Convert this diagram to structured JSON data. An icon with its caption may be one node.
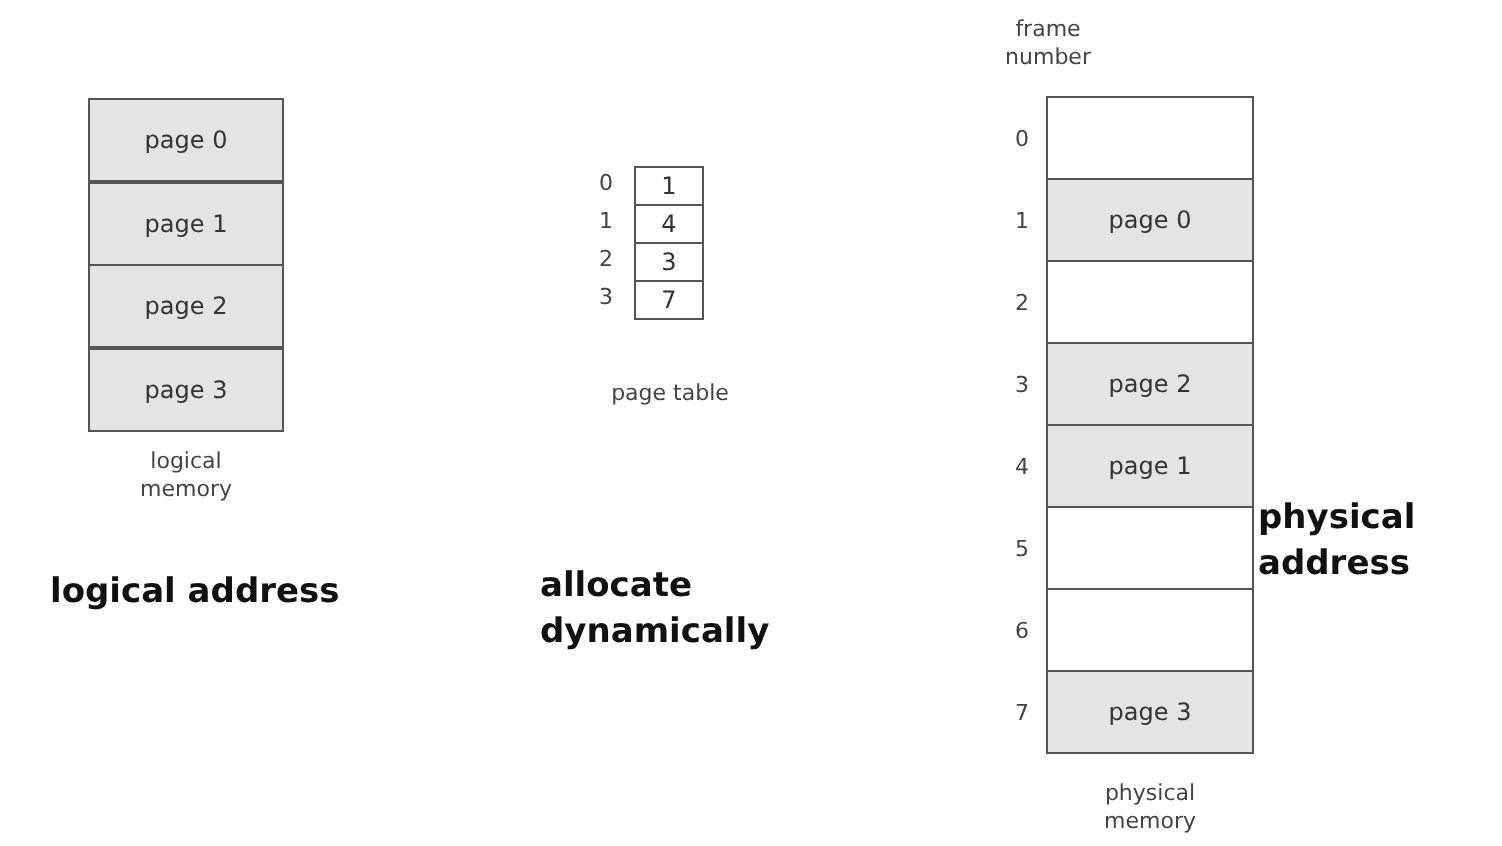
{
  "diagram": {
    "nodes": [
      {
        "text": [
          "page 0"
        ]
      },
      {
        "text": [
          "page 1"
        ]
      },
      {
        "text": [
          "page 2"
        ]
      },
      {
        "text": [
          "page 3"
        ]
      },
      {
        "text": [
          "1"
        ]
      },
      {
        "text": [
          "4"
        ]
      },
      {
        "text": [
          "3"
        ]
      },
      {
        "text": [
          "7"
        ]
      },
      {
        "text": [],
        "shape": "box"
      },
      {
        "text": [
          "page 0"
        ]
      },
      {
        "text": [],
        "shape": "box"
      },
      {
        "text": [
          "page 2"
        ]
      },
      {
        "text": [
          "page 1"
        ]
      },
      {
        "text": [],
        "shape": "box"
      },
      {
        "text": [],
        "shape": "box"
      },
      {
        "text": [
          "page 3"
        ]
      }
    ],
    "edges": [],
    "labels": [
      "frame number",
      "0",
      "0",
      "1",
      "1",
      "2",
      "2",
      "3",
      "3",
      "4",
      "5",
      "6",
      "7",
      "logical memory",
      "page table",
      "physical address",
      "logical address",
      "allocate dynamically",
      "physical memory"
    ]
  }
}
